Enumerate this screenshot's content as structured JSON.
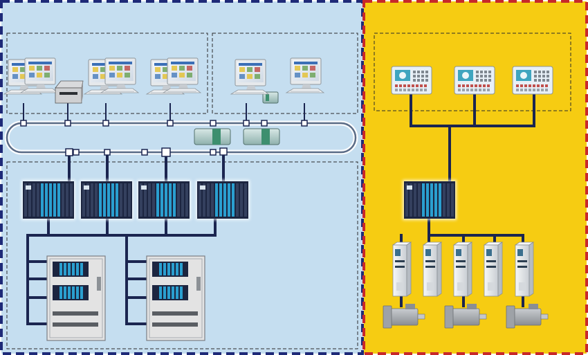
{
  "colors": {
    "left_background": "#c5def0",
    "right_background": "#f6cc12",
    "left_border": "#1e2a78",
    "right_border": "#c8282a",
    "cable": "#1b2550",
    "ring": "#eef3f8",
    "plc_body": "#1c2540",
    "plc_module": "#2a9fd0",
    "cabinet": "#e3e3e3",
    "drive": "#e9ecef",
    "motor": "#a7aaae",
    "panel_screen": "#3fa5bf",
    "hmi_screen": "#e8f0f7"
  },
  "regions": [
    {
      "name": "plant-control-area",
      "kind": "left"
    },
    {
      "name": "machine-control-area",
      "kind": "right"
    }
  ],
  "icons": {
    "workstation": "monitor-icon",
    "printer": "printer-icon",
    "switch": "network-switch-icon",
    "plc": "plc-rack-icon",
    "cabinet": "control-cabinet-icon",
    "panel": "operator-panel-icon",
    "drive": "servo-drive-icon",
    "motor": "servo-motor-icon"
  },
  "counts": {
    "workstations": 8,
    "printers": 1,
    "network_switches": 3,
    "plc_racks": 5,
    "control_cabinets": 2,
    "operator_panels": 3,
    "servo_drives": 5,
    "servo_motors": 3
  }
}
